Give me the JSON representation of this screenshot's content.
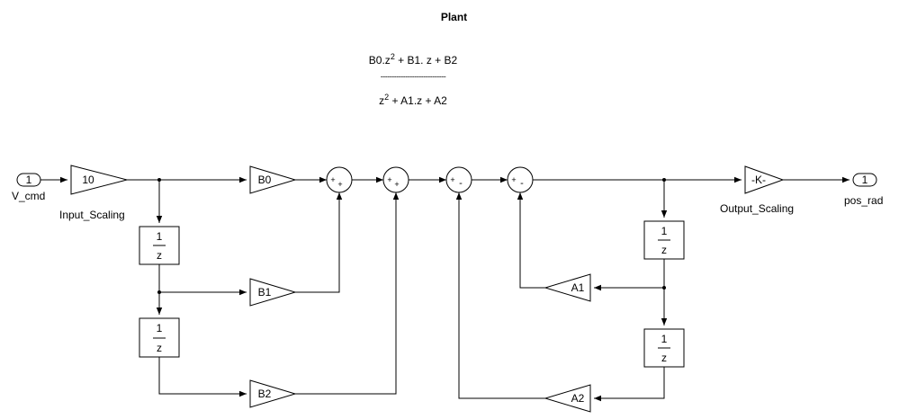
{
  "header": {
    "title": "Plant",
    "numerator": "B0.z",
    "numerator_exp": "2",
    "numerator_rest": " + B1. z + B2",
    "divider": "-----------------------------",
    "denominator": "z",
    "denominator_exp": "2",
    "denominator_rest": " + A1.z + A2"
  },
  "ports": {
    "in_number": "1",
    "in_name": "V_cmd",
    "out_number": "1",
    "out_name": "pos_rad"
  },
  "gains": {
    "input_scaling_value": "10",
    "input_scaling_name": "Input_Scaling",
    "output_scaling_value": "-K-",
    "output_scaling_name": "Output_Scaling",
    "b0": "B0",
    "b1": "B1",
    "b2": "B2",
    "a1": "A1",
    "a2": "A2"
  },
  "delays": {
    "numerator": "1",
    "denominator": "z"
  },
  "sums": {
    "plus": "+",
    "minus": "-"
  }
}
